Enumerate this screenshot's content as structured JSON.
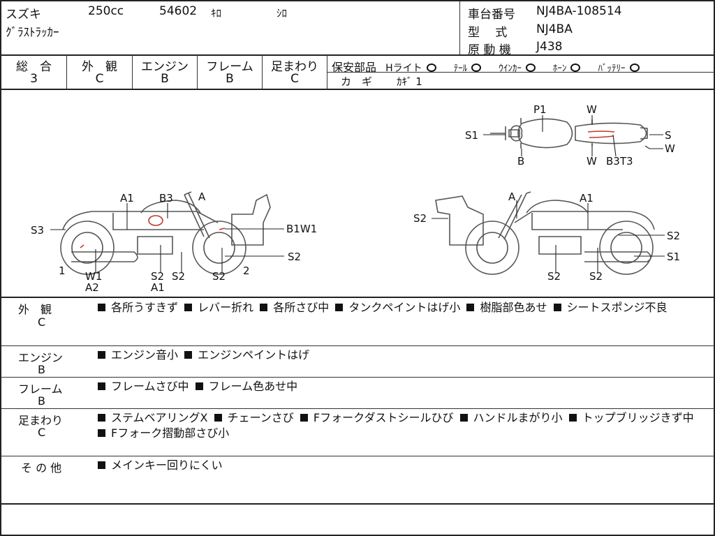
{
  "header": {
    "maker": "スズキ",
    "displacement": "250cc",
    "mileage": "54602",
    "mileage_unit": "ｷﾛ",
    "color": "ｼﾛ",
    "model_name": "ｸﾞﾗｽﾄﾗｯｶｰ",
    "frame_no_label": "車台番号",
    "frame_no": "NJ4BA-108514",
    "type_label": "型　 式",
    "type": "NJ4BA",
    "engine_label": "原 動 機",
    "engine": "J438"
  },
  "grades": [
    {
      "label": "総　合",
      "value": "3"
    },
    {
      "label": "外　観",
      "value": "C"
    },
    {
      "label": "エンジン",
      "value": "B"
    },
    {
      "label": "フレーム",
      "value": "B"
    },
    {
      "label": "足まわり",
      "value": "C"
    }
  ],
  "safety": {
    "label": "保安部品",
    "items": [
      {
        "label": "Hライト",
        "mark": "O"
      },
      {
        "label": "ﾃｰﾙ",
        "mark": "O"
      },
      {
        "label": "ｳｲﾝｶｰ",
        "mark": "O"
      },
      {
        "label": "ﾎｰﾝ",
        "mark": "O"
      },
      {
        "label": "ﾊﾞｯﾃﾘｰ",
        "mark": "O"
      }
    ],
    "key_label": "カ　ギ",
    "key_value": "ｶｷﾞ 1"
  },
  "diagram": {
    "top_labels": [
      "P1",
      "W",
      "S1",
      "S",
      "W",
      "B",
      "W",
      "B3T3"
    ],
    "left_labels": [
      "A1",
      "B3",
      "A",
      "S3",
      "B1W1",
      "1",
      "W1",
      "A2",
      "S2",
      "A1",
      "S2",
      "S2",
      "2",
      "S2"
    ],
    "right_labels": [
      "A",
      "A1",
      "S2",
      "S2",
      "S1",
      "S2",
      "S2"
    ]
  },
  "comments": [
    {
      "title": "外　観",
      "grade": "C",
      "items": [
        "各所うすきず",
        "レバー折れ",
        "各所さび中",
        "タンクペイントはげ小",
        "樹脂部色あせ",
        "シートスポンジ不良"
      ]
    },
    {
      "title": "エンジン",
      "grade": "B",
      "items": [
        "エンジン音小",
        "エンジンペイントはげ"
      ]
    },
    {
      "title": "フレーム",
      "grade": "B",
      "items": [
        "フレームさび中",
        "フレーム色あせ中"
      ]
    },
    {
      "title": "足まわり",
      "grade": "C",
      "items": [
        "ステムベアリングX",
        "チェーンさび",
        "Fフォークダストシールひび",
        "ハンドルまがり小",
        "トップブリッジきず中",
        "Fフォーク摺動部さび小"
      ]
    },
    {
      "title": "そ の 他",
      "grade": "",
      "items": [
        "メインキー回りにくい"
      ]
    }
  ]
}
